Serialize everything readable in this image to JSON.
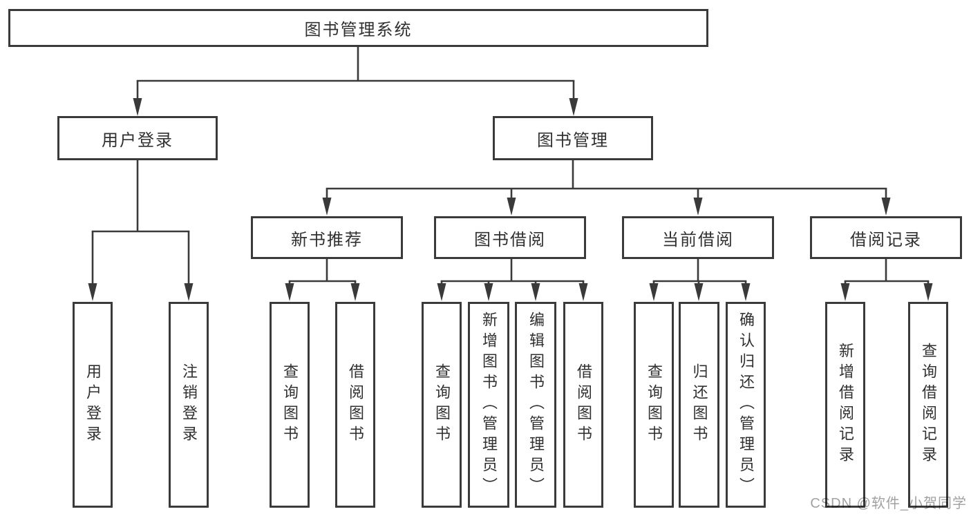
{
  "nodes": {
    "root": "图书管理系统",
    "user_login": "用户登录",
    "book_mgmt": "图书管理",
    "new_book": "新书推荐",
    "book_borrow": "图书借阅",
    "current_borrow": "当前借阅",
    "borrow_records": "借阅记录",
    "user_login_leaf": "用户登录",
    "logout_leaf": "注销登录",
    "query_book_rec": "查询图书",
    "borrow_book_rec": "借阅图书",
    "query_book_borrow": "查询图书",
    "add_book": "新增图书（管理员）",
    "edit_book": "编辑图书（管理员）",
    "borrow_book_borrow": "借阅图书",
    "query_book_current": "查询图书",
    "return_book": "归还图书",
    "confirm_return": "确认归还（管理员）",
    "add_borrow_record": "新增借阅记录",
    "query_borrow_record": "查询借阅记录"
  },
  "watermark": "CSDN @软件_小贺同学",
  "colors": {
    "line": "#3a3a3a",
    "text": "#303030",
    "watermark": "#9c9c9c",
    "background": "#ffffff"
  }
}
